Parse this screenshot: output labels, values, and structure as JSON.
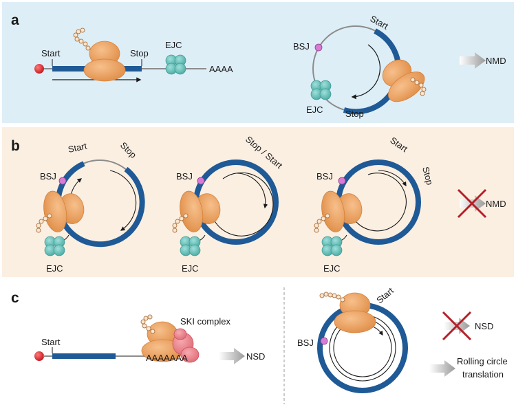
{
  "panels": [
    {
      "letter": "a",
      "bg": "#deeef7"
    },
    {
      "letter": "b",
      "bg": "#fbefe2"
    },
    {
      "letter": "c",
      "bg": "#ffffff"
    }
  ],
  "labels": {
    "start": "Start",
    "stop": "Stop",
    "stop_start": "Stop / Start",
    "ejc": "EJC",
    "bsj": "BSJ",
    "polya_short": "AAAA",
    "polya_long": "AAAAAAA",
    "ski": "SKI complex"
  },
  "outcomes": {
    "nmd": "NMD",
    "nsd": "NSD",
    "rolling_line1": "Rolling circle",
    "rolling_line2": "translation"
  },
  "colors": {
    "rna_blue": "#1f5a96",
    "rna_gray": "#8c8c8c",
    "ribosome": "#f0a868",
    "ribosome_dark": "#d4823e",
    "ejc": "#6cc6c0",
    "ski": "#f08a92",
    "cap": "#e0343a",
    "bsj_dot": "#d97ad6",
    "cross": "#b52027"
  }
}
